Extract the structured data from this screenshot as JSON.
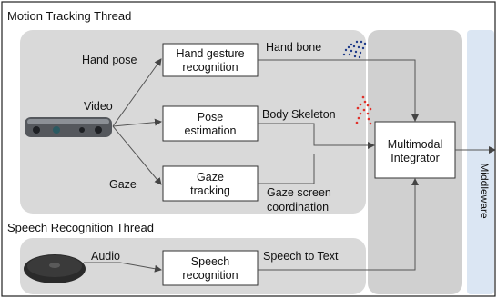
{
  "threads": {
    "motion_title": "Motion Tracking Thread",
    "speech_title": "Speech Recognition Thread"
  },
  "inputs": {
    "hand_pose": "Hand pose",
    "video": "Video",
    "gaze": "Gaze",
    "audio": "Audio"
  },
  "modules": {
    "hand_gesture": [
      "Hand gesture",
      "recognition"
    ],
    "pose_estimation": [
      "Pose",
      "estimation"
    ],
    "gaze_tracking": [
      "Gaze",
      "tracking"
    ],
    "speech_recognition": [
      "Speech",
      "recognition"
    ],
    "integrator": [
      "Multimodal",
      "Integrator"
    ]
  },
  "outputs": {
    "hand_bone": "Hand bone",
    "body_skeleton": "Body Skeleton",
    "gaze_screen": [
      "Gaze screen",
      "coordination"
    ],
    "speech_to_text": "Speech to Text"
  },
  "middleware": "Middleware",
  "colors": {
    "panel": "#d9d9d9",
    "middleware_band": "#dbe6f3",
    "box_fill": "#ffffff",
    "line": "#444444",
    "skeleton_dots": "#e0302a",
    "hand_dots": "#1f3b8a"
  }
}
